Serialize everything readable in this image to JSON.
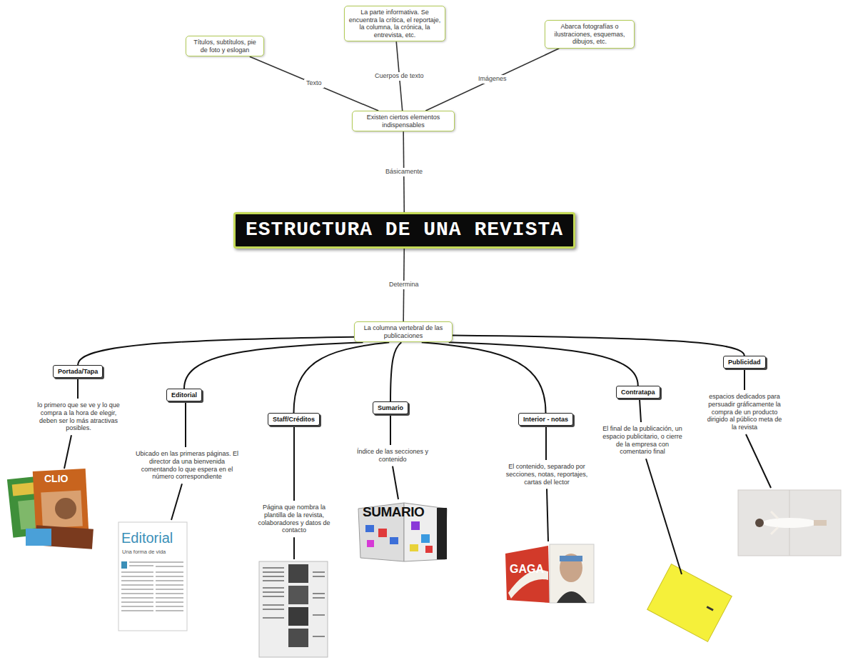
{
  "diagram": {
    "nodes": [
      {
        "text": [
          "Títulos, subtítulos, pie de foto y eslogan"
        ]
      },
      {
        "text": [
          "La parte informativa. Se encuentra la crítica, el reportaje, la columna, la crónica, la entrevista, etc."
        ]
      },
      {
        "text": [
          "Abarca fotografías o ilustraciones, esquemas, dibujos, etc."
        ]
      },
      {
        "text": [
          "Existen ciertos elementos indispensables"
        ]
      },
      {
        "text": [
          "ESTRUCTURA DE UNA REVISTA"
        ]
      },
      {
        "text": [
          "La columna vertebral de las publicaciones"
        ]
      },
      {
        "text": [
          "Portada/Tapa"
        ]
      },
      {
        "text": [
          "Editorial"
        ]
      },
      {
        "text": [
          "Staff/Créditos"
        ]
      },
      {
        "text": [
          "Sumario"
        ]
      },
      {
        "text": [
          "Interior - notas"
        ]
      },
      {
        "text": [
          "Contratapa"
        ]
      },
      {
        "text": [
          "Publicidad"
        ]
      }
    ],
    "edges": [
      {
        "from": 3,
        "to": 0,
        "label": "Texto",
        "arrow": "none"
      },
      {
        "from": 3,
        "to": 1,
        "label": "Cuerpos de texto",
        "arrow": "none"
      },
      {
        "from": 3,
        "to": 2,
        "label": "Imágenes",
        "arrow": "none"
      },
      {
        "from": 4,
        "to": 3,
        "label": "Básicamente",
        "arrow": "none"
      },
      {
        "from": 4,
        "to": 5,
        "label": "Determina",
        "arrow": "none"
      },
      {
        "from": 5,
        "to": 6,
        "arrow": "none"
      },
      {
        "from": 5,
        "to": 7,
        "arrow": "none"
      },
      {
        "from": 5,
        "to": 8,
        "arrow": "none"
      },
      {
        "from": 5,
        "to": 9,
        "arrow": "none"
      },
      {
        "from": 5,
        "to": 10,
        "arrow": "none"
      },
      {
        "from": 5,
        "to": 11,
        "arrow": "none"
      },
      {
        "from": 5,
        "to": 12,
        "arrow": "none"
      }
    ],
    "labels": [
      "lo primero que se ve y lo que compra a la hora de elegir, deben ser lo más atractivas posibles.",
      "Ubicado en las primeras páginas. El director da una bienvenida comentando lo que espera en el número correspondiente",
      "Página que nombra la plantilla de la revista, colaboradores y datos de contacto",
      "Índice de las secciones y contenido",
      "El contenido, separado por secciones, notas, reportajes, cartas del lector",
      "El final de la publicación, un espacio publicitario, o cierre de la empresa con comentario final",
      "espacios dedicados para persuadir gráficamente la compra de un producto dirigido al público meta de la revista",
      "CLIO",
      "Editorial",
      "Una forma de vida",
      "SUMARIO",
      "GAGA"
    ]
  }
}
